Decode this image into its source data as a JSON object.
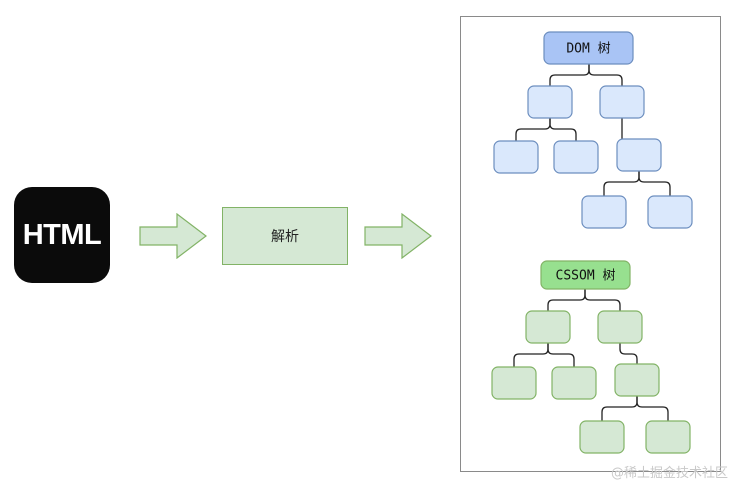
{
  "logo": {
    "text": "HTML"
  },
  "process": {
    "label": "解析"
  },
  "dom_tree": {
    "root_label": "DOM 树"
  },
  "cssom_tree": {
    "root_label": "CSSOM 树"
  },
  "watermark": "@稀土掘金技术社区",
  "colors": {
    "dom_root_fill": "#a9c4f5",
    "dom_node_fill": "#dae8fc",
    "dom_stroke": "#6c8ebf",
    "cssom_root_fill": "#97e08f",
    "cssom_node_fill": "#d5e8d4",
    "cssom_stroke": "#82b366",
    "arrow_fill": "#d5e8d4",
    "arrow_stroke": "#82b366"
  }
}
